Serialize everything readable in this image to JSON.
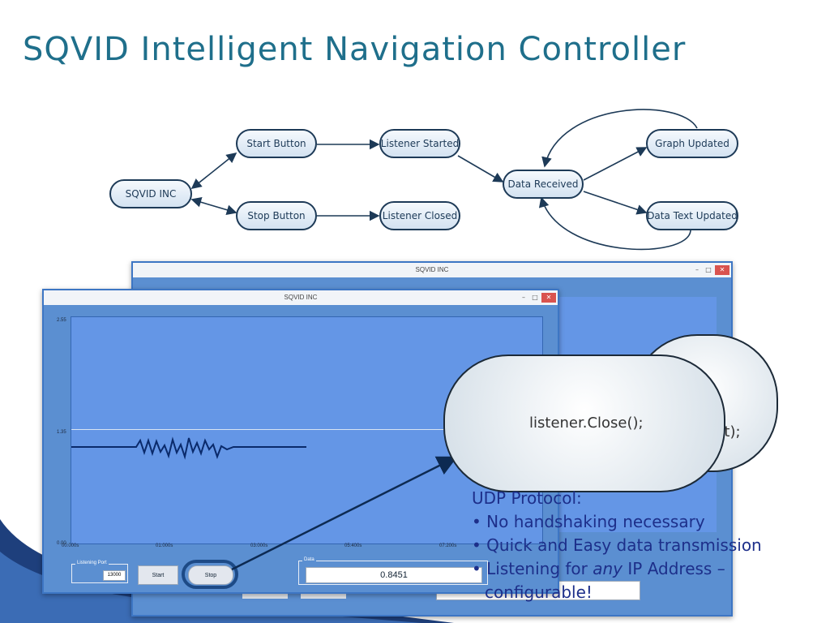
{
  "slide_title": "SQVID Intelligent Navigation Controller",
  "diagram": {
    "nodes": {
      "sqvid_inc": "SQVID INC",
      "start_button": "Start Button",
      "stop_button": "Stop Button",
      "listener_started": "Listener Started",
      "listener_closed": "Listener Closed",
      "data_received": "Data Received",
      "graph_updated": "Graph Updated",
      "data_text_updated": "Data Text Updated"
    }
  },
  "back_window": {
    "title": "SQVID INC"
  },
  "front_window": {
    "title": "SQVID INC",
    "controls": {
      "minimize": "–",
      "maximize": "□",
      "close": "✕"
    },
    "plot": {
      "y_ticks": [
        "2.55",
        "1.35",
        "0.00"
      ],
      "x_ticks": [
        "00:000s",
        "01:000s",
        "03:000s",
        "05:400s",
        "07:200s"
      ]
    },
    "listening_port_label": "Listening Port",
    "listening_port_value": "13000",
    "start_label": "Start",
    "stop_label": "Stop",
    "data_label": "Data",
    "data_value": "0.8451"
  },
  "callout": {
    "main_text": "listener.Close();",
    "back_text": "rt);"
  },
  "notes": {
    "heading": "UDP Protocol:",
    "bullet1": "• No handshaking necessary",
    "bullet2": "• Quick and Easy data transmission",
    "bullet3_prefix": "• Listening for ",
    "bullet3_emph": "any",
    "bullet3_suffix": " IP Address –",
    "bullet3_cont": "configurable!"
  },
  "colors": {
    "title": "#1f6f8b",
    "window_blue": "#5b8fd1",
    "plot_blue": "#6496e6",
    "signal": "#0a2a6b",
    "notes": "#1d2f8a"
  },
  "icons": [
    "arrow-connector-icon",
    "minimize-icon",
    "maximize-icon",
    "close-icon"
  ]
}
